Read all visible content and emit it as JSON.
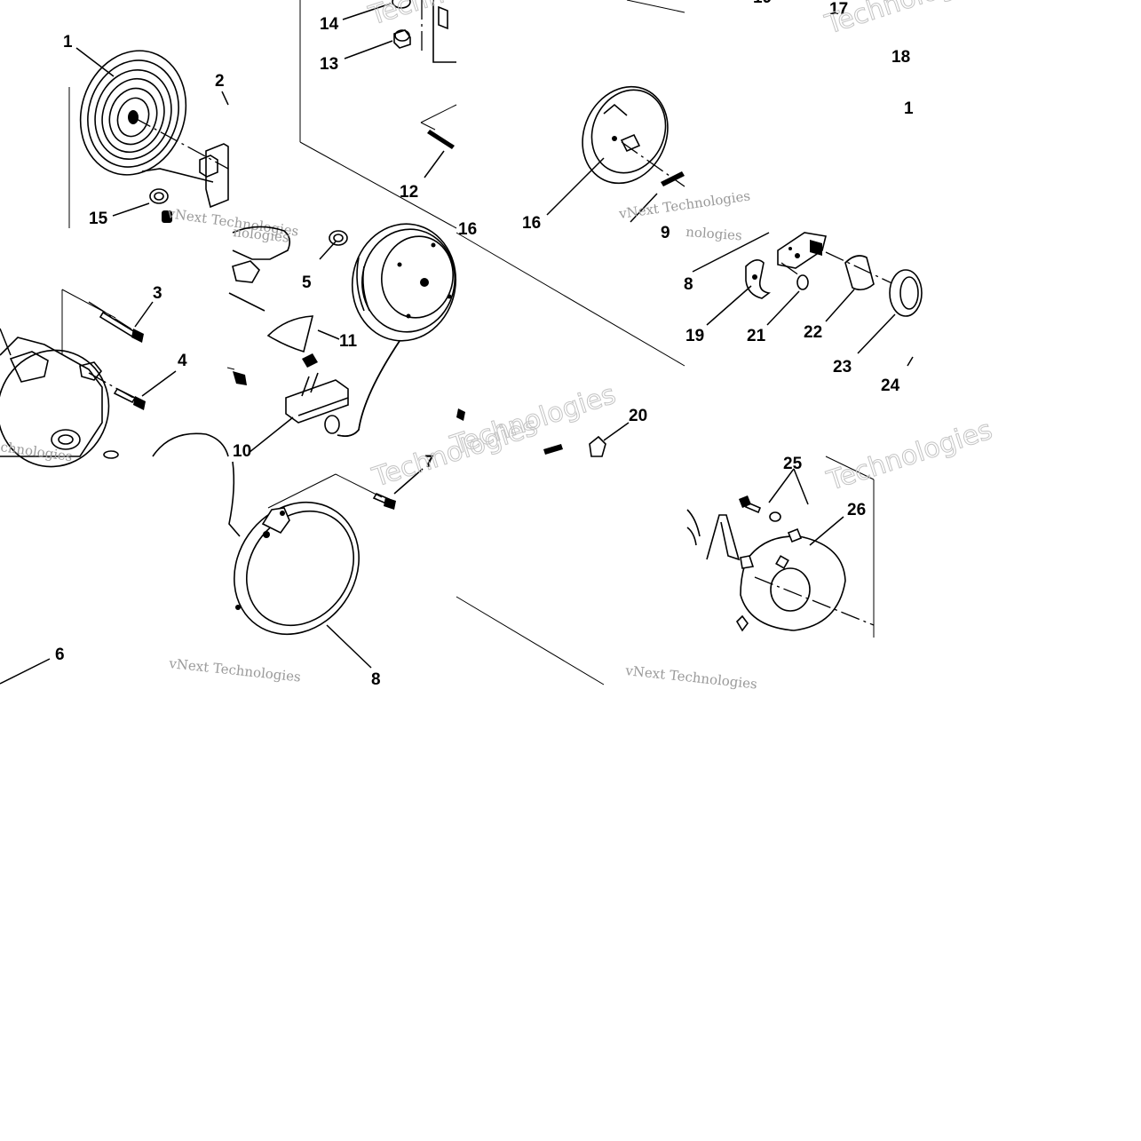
{
  "part_labels": [
    "1",
    "2",
    "3",
    "4",
    "5",
    "6",
    "7",
    "8",
    "9",
    "10",
    "11",
    "12",
    "13",
    "14",
    "15",
    "16",
    "17",
    "18",
    "19",
    "20",
    "21",
    "22",
    "23",
    "24",
    "25",
    "26"
  ],
  "watermarks": {
    "vnext": "vNext Technologies",
    "technologies": "Technologies"
  }
}
